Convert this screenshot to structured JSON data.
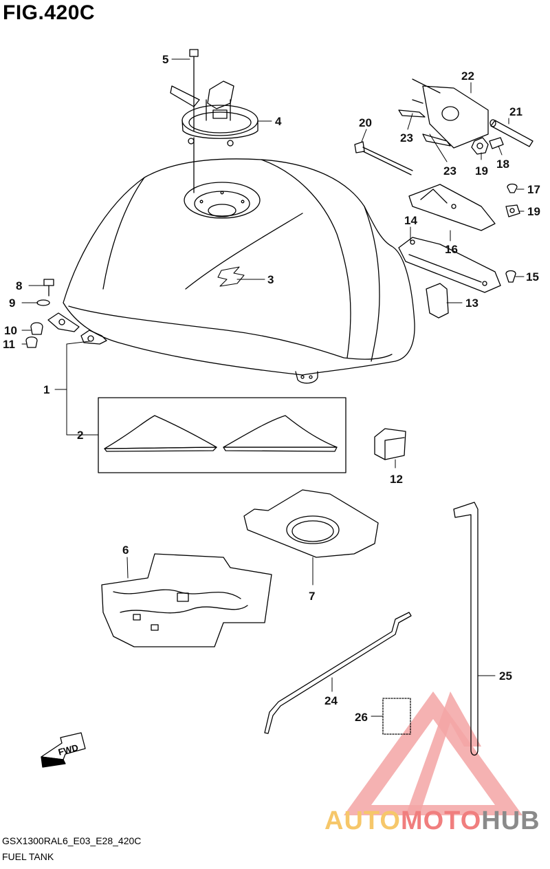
{
  "figure_title": "FIG.420C",
  "footer": {
    "model_code": "GSX1300RAL6_E03_E28_420C",
    "name": "FUEL TANK"
  },
  "fwd_label": "FWD",
  "watermark": {
    "part1": "AUTO",
    "part2": "MOTO",
    "part3": "HUB",
    "colors": {
      "auto": "#f6c76a",
      "moto": "#f07e7e",
      "hub": "#8a8a8a"
    }
  },
  "callouts": [
    "1",
    "2",
    "3",
    "4",
    "5",
    "6",
    "7",
    "8",
    "9",
    "10",
    "11",
    "12",
    "13",
    "14",
    "15",
    "16",
    "17",
    "18",
    "19",
    "19",
    "20",
    "21",
    "22",
    "23",
    "23",
    "24",
    "25",
    "26"
  ]
}
